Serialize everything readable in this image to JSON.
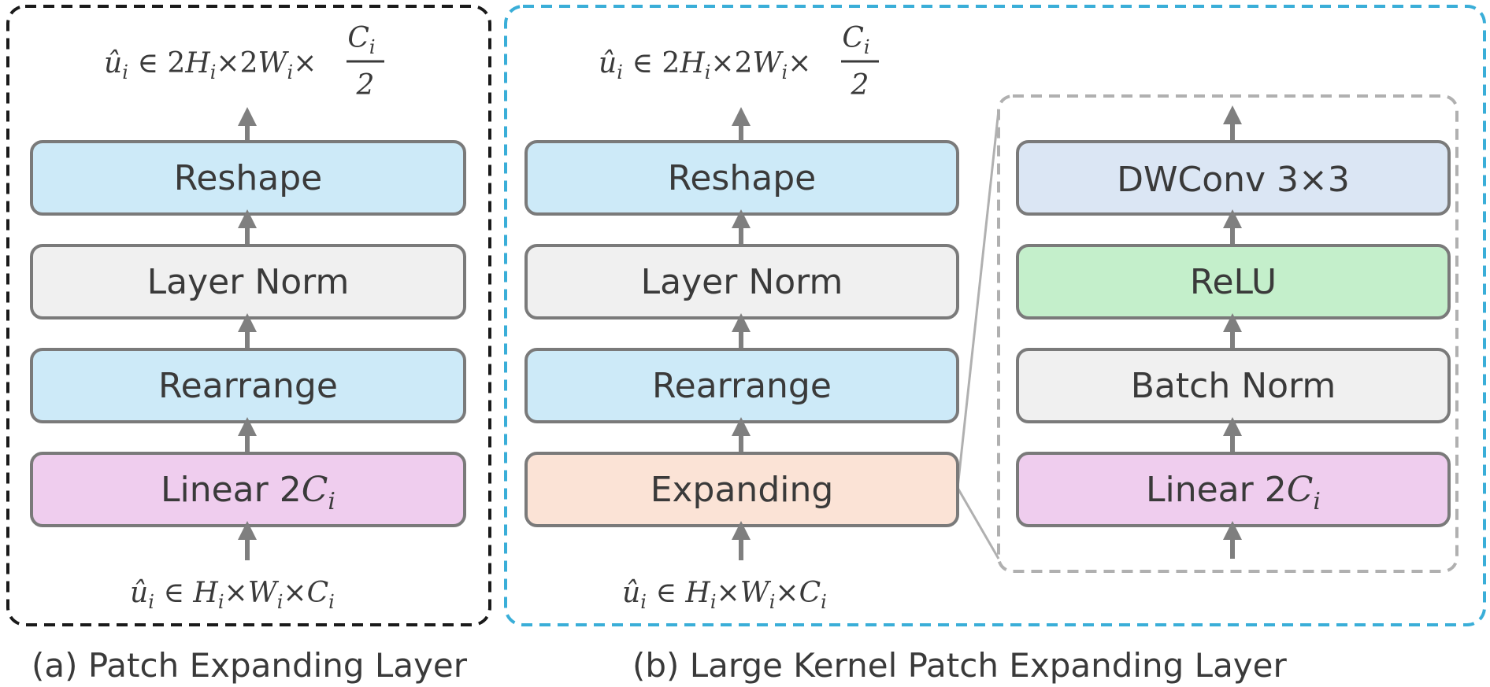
{
  "panel_a": {
    "output_label": "û_i ∈ 2H_i×2W_i× C_i/2",
    "blocks": {
      "reshape": "Reshape",
      "layer_norm": "Layer Norm",
      "rearrange": "Rearrange",
      "linear": "Linear 2C_i"
    },
    "input_label": "û_i ∈ H_i×W_i×C_i",
    "caption": "(a) Patch Expanding Layer"
  },
  "panel_b": {
    "output_label": "û_i ∈ 2H_i×2W_i× C_i/2",
    "blocks": {
      "reshape": "Reshape",
      "layer_norm": "Layer Norm",
      "rearrange": "Rearrange",
      "expanding": "Expanding"
    },
    "input_label": "û_i ∈ H_i×W_i×C_i",
    "caption": "(b) Large Kernel Patch Expanding Layer",
    "detail": {
      "dwconv": "DWConv 3×3",
      "relu": "ReLU",
      "batch_norm": "Batch Norm",
      "linear": "Linear 2C_i"
    }
  },
  "colors": {
    "reshape_fill": "#cdeaf8",
    "layer_norm_fill": "#f0f0f0",
    "rearrange_fill": "#cdeaf8",
    "linear_fill": "#efcdee",
    "expanding_fill": "#fbe3d6",
    "dwconv_fill": "#dbe6f4",
    "relu_fill": "#c4efcb",
    "batch_norm_fill": "#f0f0f0",
    "box_stroke": "#7a7a7a",
    "arrow": "#7f7f7f",
    "panel_a_border": "#1a1a1a",
    "panel_b_border": "#3aaed8",
    "detail_border": "#b0b0b0"
  }
}
